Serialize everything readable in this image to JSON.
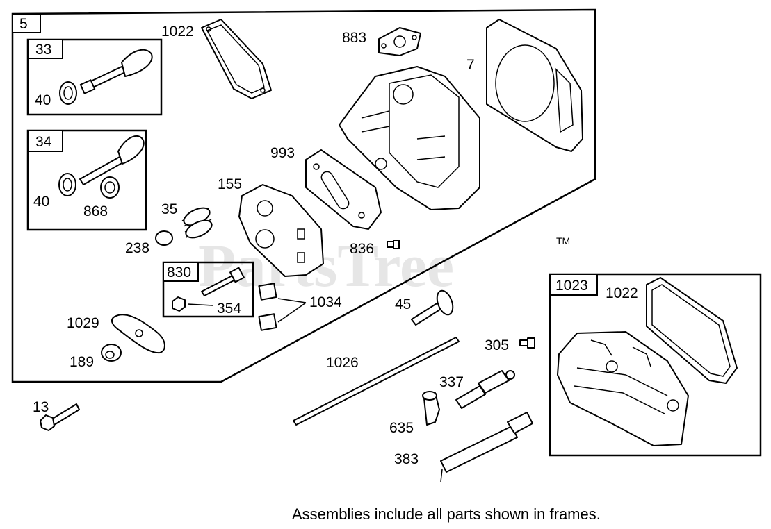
{
  "watermark": "PartsTree",
  "watermark_tm": "TM",
  "footnote": "Assemblies include all parts shown in frames.",
  "frames": {
    "main": "5",
    "valve_intake": "33",
    "valve_exhaust": "34",
    "rocker_stud": "830",
    "rocker_cover": "1023"
  },
  "labels": {
    "gasket_cover_left": "1022",
    "gasket_intake": "883",
    "head_gasket": "7",
    "valve_intake_seal": "40",
    "valve_exhaust_seal": "40",
    "valve_seat": "868",
    "plate_gasket": "993",
    "head_plate": "155",
    "spring": "35",
    "spring_cap": "238",
    "screw_836": "836",
    "stud_nut": "354",
    "guide_plate": "1034",
    "rocker_arm": "1029",
    "rocker_nut": "189",
    "tappet": "45",
    "push_rod": "1026",
    "screw_305": "305",
    "spark_plug": "337",
    "plug_boot": "635",
    "breather_tube": "383",
    "bolt": "13",
    "gasket_cover_right": "1022"
  }
}
